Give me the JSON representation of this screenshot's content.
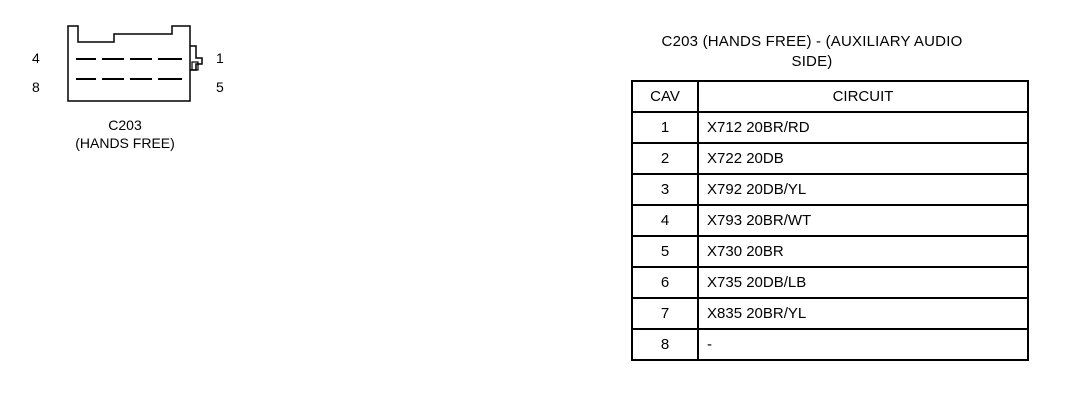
{
  "connector": {
    "pin_labels": {
      "top_left": "4",
      "top_right": "1",
      "bottom_left": "8",
      "bottom_right": "5"
    },
    "caption_line1": "C203",
    "caption_line2": "(HANDS FREE)"
  },
  "table": {
    "title_line1": "C203 (HANDS FREE) - (AUXILIARY AUDIO",
    "title_line2": "SIDE)",
    "headers": {
      "cav": "CAV",
      "circuit": "CIRCUIT"
    },
    "rows": [
      {
        "cav": "1",
        "circuit": "X712 20BR/RD"
      },
      {
        "cav": "2",
        "circuit": "X722 20DB"
      },
      {
        "cav": "3",
        "circuit": "X792 20DB/YL"
      },
      {
        "cav": "4",
        "circuit": "X793 20BR/WT"
      },
      {
        "cav": "5",
        "circuit": "X730 20BR"
      },
      {
        "cav": "6",
        "circuit": "X735 20DB/LB"
      },
      {
        "cav": "7",
        "circuit": "X835 20BR/YL"
      },
      {
        "cav": "8",
        "circuit": "-"
      }
    ]
  }
}
